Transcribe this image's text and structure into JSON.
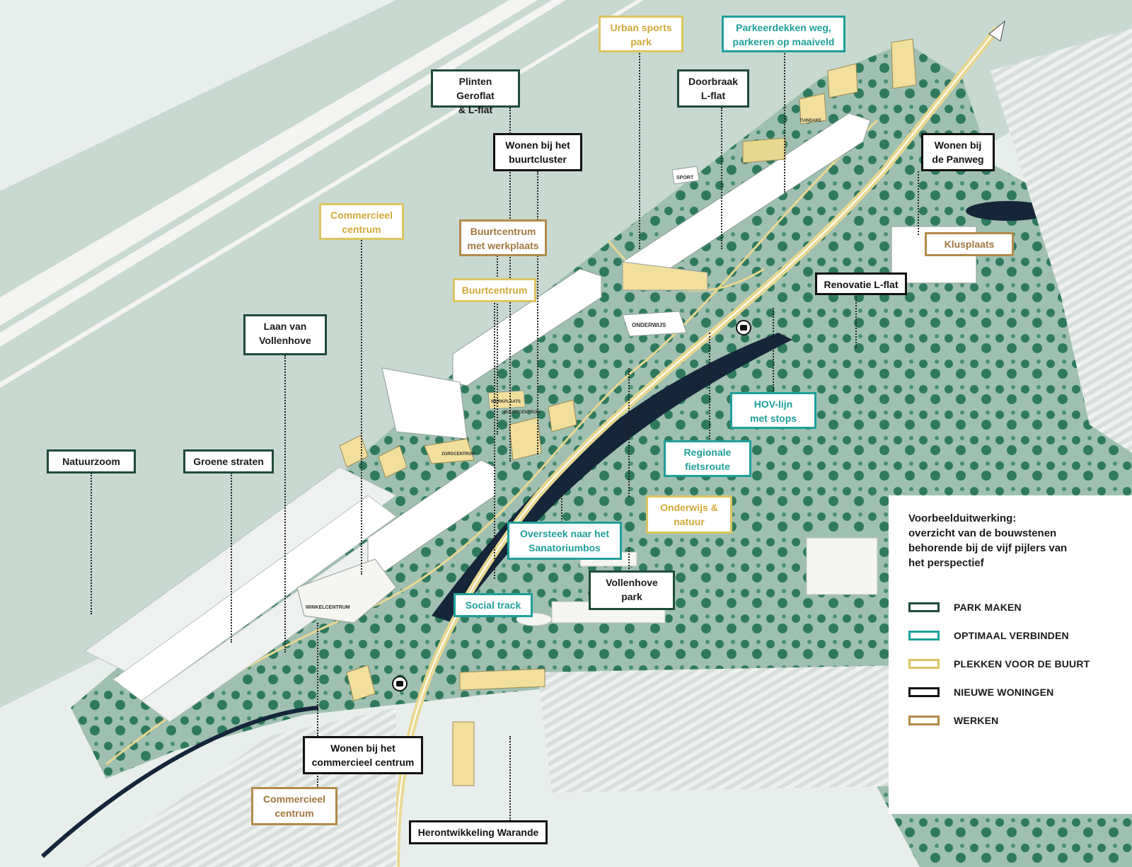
{
  "map": {
    "colors": {
      "background": "#e8eeeb",
      "field": "#c8d9d1",
      "park": "#a9c7b8",
      "tree": "#2f7a5e",
      "path": "#e9d890",
      "water": "#15253a",
      "building": "#f5f5f2",
      "new_housing": "#f2df9c",
      "road": "#f4f4f2"
    },
    "building_labels": {
      "sport": "SPORT",
      "onderwijs": "ONDERWIJS",
      "winkelcentrum": "WINKELCENTRUM",
      "werkplaats": "WERKPLAATS",
      "buurtcentrum": "BUURTCENTRUM",
      "zorgcentrum": "ZORGCENTRUM",
      "tuindake": "TUINDAKE"
    },
    "icons": [
      "bus-stop-icon",
      "bus-stop-icon",
      "direction-arrow-icon"
    ]
  },
  "callouts": [
    {
      "id": "urban-sports-park",
      "text": "Urban sports\npark",
      "category": "plekken"
    },
    {
      "id": "parkeerdekken",
      "text": "Parkeerdekken weg,\nparkeren op maaiveld",
      "category": "verbinden"
    },
    {
      "id": "plinten-geroflat",
      "text": "Plinten Geroflat\n& L-flat",
      "category": "park"
    },
    {
      "id": "doorbraak-l-flat",
      "text": "Doorbraak\nL-flat",
      "category": "park"
    },
    {
      "id": "wonen-buurtcluster",
      "text": "Wonen bij het\nbuurtcluster",
      "category": "wonen"
    },
    {
      "id": "wonen-panweg",
      "text": "Wonen bij\nde Panweg",
      "category": "wonen"
    },
    {
      "id": "commercieel-centrum-top",
      "text": "Commercieel\ncentrum",
      "category": "plekken"
    },
    {
      "id": "buurtcentrum-werkplaats",
      "text": "Buurtcentrum\nmet werkplaats",
      "category": "werken"
    },
    {
      "id": "klusplaats",
      "text": "Klusplaats",
      "category": "werken"
    },
    {
      "id": "buurtcentrum",
      "text": "Buurtcentrum",
      "category": "plekken"
    },
    {
      "id": "renovatie-l-flat",
      "text": "Renovatie L-flat",
      "category": "wonen"
    },
    {
      "id": "laan-van-vollenhove",
      "text": "Laan van\nVollenhove",
      "category": "park"
    },
    {
      "id": "hov-lijn",
      "text": "HOV-lijn\nmet stops",
      "category": "verbinden"
    },
    {
      "id": "regionale-fietsroute",
      "text": "Regionale\nfietsroute",
      "category": "verbinden"
    },
    {
      "id": "natuurzoom",
      "text": "Natuurzoom",
      "category": "park"
    },
    {
      "id": "groene-straten",
      "text": "Groene straten",
      "category": "park"
    },
    {
      "id": "onderwijs-natuur",
      "text": "Onderwijs &\nnatuur",
      "category": "plekken"
    },
    {
      "id": "oversteek",
      "text": "Oversteek naar het\nSanatoriumbos",
      "category": "verbinden"
    },
    {
      "id": "vollenhove-park",
      "text": "Vollenhove\npark",
      "category": "park"
    },
    {
      "id": "social-track",
      "text": "Social track",
      "category": "verbinden"
    },
    {
      "id": "wonen-commercieel",
      "text": "Wonen bij het\ncommercieel centrum",
      "category": "wonen"
    },
    {
      "id": "commercieel-centrum-bottom",
      "text": "Commercieel\ncentrum",
      "category": "werken"
    },
    {
      "id": "herontwikkeling-warande",
      "text": "Herontwikkeling Warande",
      "category": "wonen"
    }
  ],
  "legend": {
    "title": "Voorbeelduitwerking:\noverzicht van de bouwstenen\nbehorende bij de vijf pijlers van\nhet perspectief",
    "items": [
      {
        "key": "park",
        "label": "PARK MAKEN",
        "color": "#1f4a3a"
      },
      {
        "key": "verbinden",
        "label": "OPTIMAAL VERBINDEN",
        "color": "#1f9f9a"
      },
      {
        "key": "plekken",
        "label": "PLEKKEN VOOR DE BUURT",
        "color": "#dcc560"
      },
      {
        "key": "wonen",
        "label": "NIEUWE WONINGEN",
        "color": "#111111"
      },
      {
        "key": "werken",
        "label": "WERKEN",
        "color": "#b38a4a"
      }
    ]
  }
}
